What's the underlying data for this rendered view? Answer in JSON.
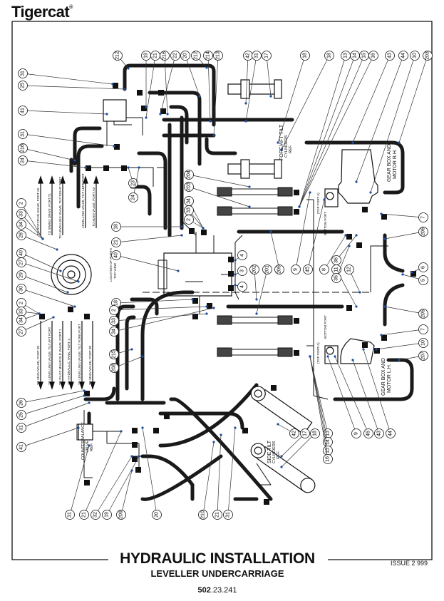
{
  "brand": {
    "name": "Tigercat",
    "mark": "®"
  },
  "title": "HYDRAULIC INSTALLATION",
  "subtitle": "LEVELLER UNDERCARRIAGE",
  "doc_number": {
    "prefix": "502",
    "suffix": ".23.241"
  },
  "issue": "ISSUE 2 999",
  "callouts_top": [
    "212",
    "19",
    "21",
    "216",
    "22",
    "20",
    "212",
    "214",
    "213",
    "42",
    "31",
    "17",
    "18",
    "18",
    "13",
    "14",
    "15",
    "16",
    "43",
    "44",
    "10",
    "203"
  ],
  "callouts_left": [
    "31",
    "25",
    "41",
    "31",
    "216",
    "24",
    "2",
    "33",
    "34",
    "28",
    "40",
    "27",
    "29",
    "30",
    "2",
    "33",
    "34",
    "27"
  ],
  "callouts_left_lower": [
    "26",
    "25",
    "31",
    "41"
  ],
  "callouts_bottom": [
    "31",
    "21",
    "32",
    "19",
    "209",
    "20",
    "210",
    "21",
    "31"
  ],
  "callouts_right": [
    "7",
    "206",
    "6",
    "5",
    "205",
    "7",
    "10",
    "207"
  ],
  "callouts_right_bottom": [
    "42",
    "17",
    "18",
    "13",
    "14",
    "15",
    "16",
    "9",
    "45",
    "43",
    "44"
  ],
  "callouts_center": [
    "204",
    "203",
    "34",
    "33",
    "2",
    "23",
    "24",
    "18",
    "21",
    "40",
    "18",
    "4",
    "3",
    "4",
    "202",
    "201",
    "205",
    "9",
    "45",
    "8",
    "11",
    "35",
    "36",
    "12",
    "2",
    "33",
    "34",
    "215",
    "208"
  ],
  "port_labels_up": [
    "TO ROTATION VALVE, PORT A5",
    "TO SWING DRIVE, PORT T1",
    "TO LEVELLING VALVE, TILT RIGHT PORT",
    "LEVELLING VALVE, TILT LEFT PORT",
    "TO MAIN VALVE, PORT A3"
  ],
  "port_labels_down": [
    "TO MAIN VALVE, PORT B2",
    "TO LEVELLING VALVE, TILT AFT PORT",
    "TO PILOT MANIFOLD VALVE, PORT 1",
    "TO HYDRAULIC TANK, PORT 4",
    "TO LEVELLING VALVE, TILT FORE PORT",
    "TO MAIN VALVE, PORT B3"
  ],
  "notes": {
    "fore_aft": [
      "FORE/AFT TILT",
      "CYLINDERS",
      "REF."
    ],
    "side_tilt": [
      "SIDE TILT",
      "CYLINDERS",
      "REF."
    ],
    "gearbox_rh": [
      "GEAR BOX AND",
      "MOTOR R.H."
    ],
    "gearbox_lh": [
      "GEAR BOX AND",
      "MOTOR L.H."
    ],
    "counterbalance": [
      "COUNTERBALANCE",
      "VALVE",
      "REF."
    ],
    "location": [
      "LOCATION OF PORTS",
      "TOP VIEW"
    ],
    "top_port": "(TOP PORT A)",
    "bottom_port": "BOTTOM PORT"
  }
}
